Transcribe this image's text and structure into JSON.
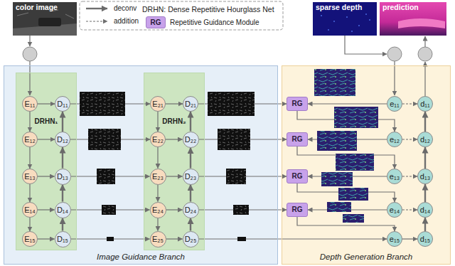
{
  "diagram": {
    "nodes": [
      {
        "text": [
          "Image Guidance Branch"
        ]
      },
      {
        "text": [
          "DRHN₁"
        ],
        "in": 0
      },
      {
        "text": [
          "E₁₁"
        ],
        "in": 1
      },
      {
        "text": [
          "E₁₂"
        ],
        "in": 1
      },
      {
        "text": [
          "E₁₃"
        ],
        "in": 1
      },
      {
        "text": [
          "E₁₄"
        ],
        "in": 1
      },
      {
        "text": [
          "E₁₅"
        ],
        "in": 1
      },
      {
        "text": [
          "D₁₁"
        ],
        "in": 1
      },
      {
        "text": [
          "D₁₂"
        ],
        "in": 1
      },
      {
        "text": [
          "D₁₃"
        ],
        "in": 1
      },
      {
        "text": [
          "D₁₄"
        ],
        "in": 1
      },
      {
        "text": [
          "D₁₅"
        ],
        "in": 1
      },
      {
        "text": [
          "DRHN₂"
        ],
        "in": 0
      },
      {
        "text": [
          "E₂₁"
        ],
        "in": 12
      },
      {
        "text": [
          "E₂₂"
        ],
        "in": 12
      },
      {
        "text": [
          "E₂₃"
        ],
        "in": 12
      },
      {
        "text": [
          "E₂₄"
        ],
        "in": 12
      },
      {
        "text": [
          "E₂₅"
        ],
        "in": 12
      },
      {
        "text": [
          "D₂₁"
        ],
        "in": 12
      },
      {
        "text": [
          "D₂₂"
        ],
        "in": 12
      },
      {
        "text": [
          "D₂₃"
        ],
        "in": 12
      },
      {
        "text": [
          "D₂₄"
        ],
        "in": 12
      },
      {
        "text": [
          "D₂₅"
        ],
        "in": 12
      },
      {
        "text": [
          "Depth Generation Branch"
        ]
      },
      {
        "text": [
          "RG"
        ],
        "in": 23
      },
      {
        "text": [
          "RG"
        ],
        "in": 23
      },
      {
        "text": [
          "RG"
        ],
        "in": 23
      },
      {
        "text": [
          "RG"
        ],
        "in": 23
      },
      {
        "text": [
          "e₁₁"
        ],
        "in": 23
      },
      {
        "text": [
          "e₁₂"
        ],
        "in": 23
      },
      {
        "text": [
          "e₁₃"
        ],
        "in": 23
      },
      {
        "text": [
          "e₁₄"
        ],
        "in": 23
      },
      {
        "text": [
          "e₁₅"
        ],
        "in": 23
      },
      {
        "text": [
          "d₁₁"
        ],
        "in": 23
      },
      {
        "text": [
          "d₁₂"
        ],
        "in": 23
      },
      {
        "text": [
          "d₁₃"
        ],
        "in": 23
      },
      {
        "text": [
          "d₁₄"
        ],
        "in": 23
      },
      {
        "text": [
          "d₁₅"
        ],
        "in": 23
      }
    ],
    "edges": [
      {
        "from": 2,
        "to": 3,
        "arrow": "to"
      },
      {
        "from": 3,
        "to": 4,
        "arrow": "to"
      },
      {
        "from": 4,
        "to": 5,
        "arrow": "to"
      },
      {
        "from": 5,
        "to": 6,
        "arrow": "to"
      },
      {
        "from": 2,
        "to": 7,
        "arrow": "to"
      },
      {
        "from": 3,
        "to": 8,
        "arrow": "to"
      },
      {
        "from": 4,
        "to": 9,
        "arrow": "to"
      },
      {
        "from": 5,
        "to": 10,
        "arrow": "to"
      },
      {
        "from": 6,
        "to": 11,
        "arrow": "to"
      },
      {
        "from": 11,
        "to": 10,
        "arrow": "to"
      },
      {
        "from": 10,
        "to": 9,
        "arrow": "to"
      },
      {
        "from": 9,
        "to": 8,
        "arrow": "to"
      },
      {
        "from": 8,
        "to": 7,
        "arrow": "to"
      },
      {
        "from": 7,
        "to": 13,
        "arrow": "to"
      },
      {
        "from": 8,
        "to": 14,
        "arrow": "to"
      },
      {
        "from": 9,
        "to": 15,
        "arrow": "to"
      },
      {
        "from": 10,
        "to": 16,
        "arrow": "to"
      },
      {
        "from": 11,
        "to": 17,
        "arrow": "to"
      },
      {
        "from": 13,
        "to": 14,
        "arrow": "to"
      },
      {
        "from": 14,
        "to": 15,
        "arrow": "to"
      },
      {
        "from": 15,
        "to": 16,
        "arrow": "to"
      },
      {
        "from": 16,
        "to": 17,
        "arrow": "to"
      },
      {
        "from": 13,
        "to": 18,
        "arrow": "to"
      },
      {
        "from": 14,
        "to": 19,
        "arrow": "to"
      },
      {
        "from": 15,
        "to": 20,
        "arrow": "to"
      },
      {
        "from": 16,
        "to": 21,
        "arrow": "to"
      },
      {
        "from": 17,
        "to": 22,
        "arrow": "to"
      },
      {
        "from": 22,
        "to": 21,
        "arrow": "to"
      },
      {
        "from": 21,
        "to": 20,
        "arrow": "to"
      },
      {
        "from": 20,
        "to": 19,
        "arrow": "to"
      },
      {
        "from": 19,
        "to": 18,
        "arrow": "to"
      },
      {
        "from": 18,
        "to": 24,
        "arrow": "to"
      },
      {
        "from": 19,
        "to": 25,
        "arrow": "to"
      },
      {
        "from": 20,
        "to": 26,
        "arrow": "to"
      },
      {
        "from": 21,
        "to": 27,
        "arrow": "to"
      },
      {
        "from": 22,
        "to": 32,
        "arrow": "to"
      },
      {
        "from": 28,
        "to": 24,
        "arrow": "to"
      },
      {
        "from": 29,
        "to": 25,
        "arrow": "to"
      },
      {
        "from": 30,
        "to": 26,
        "arrow": "to"
      },
      {
        "from": 31,
        "to": 27,
        "arrow": "to"
      },
      {
        "from": 24,
        "to": 29,
        "arrow": "to"
      },
      {
        "from": 25,
        "to": 30,
        "arrow": "to"
      },
      {
        "from": 26,
        "to": 31,
        "arrow": "to"
      },
      {
        "from": 27,
        "to": 32,
        "arrow": "to"
      },
      {
        "from": 32,
        "to": 37,
        "arrow": "to"
      },
      {
        "from": 28,
        "to": 33,
        "arrow": "to"
      },
      {
        "from": 29,
        "to": 34,
        "arrow": "to"
      },
      {
        "from": 30,
        "to": 35,
        "arrow": "to"
      },
      {
        "from": 31,
        "to": 36,
        "arrow": "to"
      },
      {
        "from": 37,
        "to": 36,
        "arrow": "to"
      },
      {
        "from": 36,
        "to": 35,
        "arrow": "to"
      },
      {
        "from": 35,
        "to": 34,
        "arrow": "to"
      },
      {
        "from": 34,
        "to": 33,
        "arrow": "to"
      }
    ],
    "labels": [
      "color image",
      "DRHN: Dense Repetitive Hourglass Net",
      "RG",
      "sparse depth",
      "prediction"
    ],
    "legend": [
      {
        "text": "deconv"
      },
      {
        "text": "addition"
      },
      {
        "text": "Repetitive Guidance Module",
        "color": "#c8a2ea"
      }
    ]
  }
}
